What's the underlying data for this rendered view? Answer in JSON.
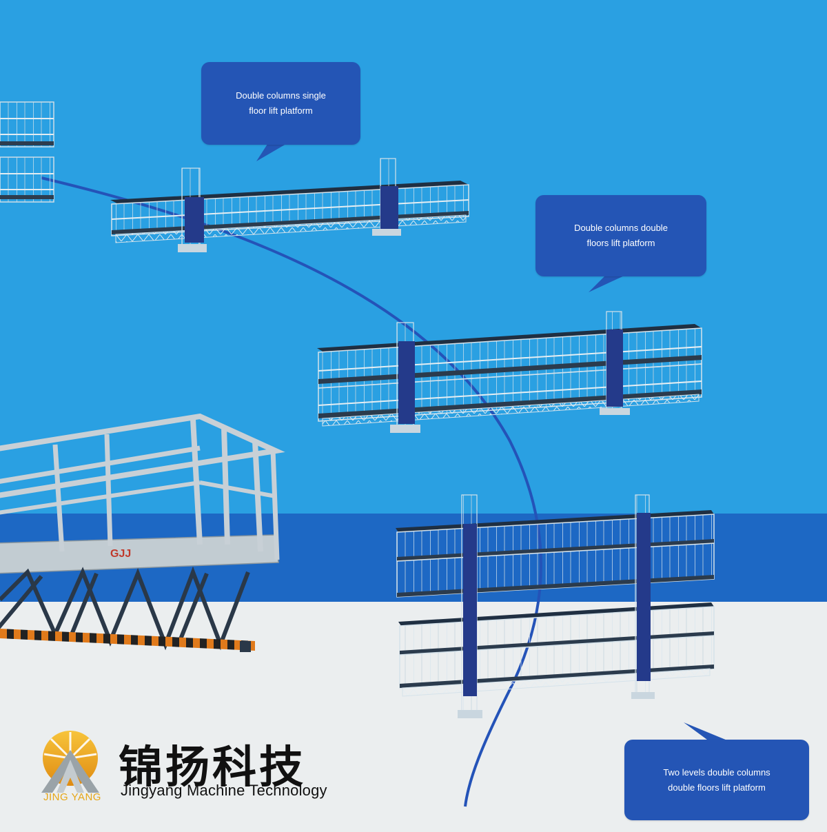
{
  "callouts": {
    "single_floor": [
      "Double columns single",
      "floor lift platform"
    ],
    "double_floors": [
      "Double columns double",
      "floors lift platform"
    ],
    "two_levels": [
      "Two levels double columns",
      "double floors lift platform"
    ]
  },
  "brand": {
    "chinese_name": "锦扬科技",
    "english_name": "Jingyang Machine Technology",
    "logo_caption": "JING YANG",
    "logo_mark_text": "GJJ"
  },
  "colors": {
    "sky": "#2aa0e2",
    "band": "#1d68c4",
    "floor": "#ebeeef",
    "callout": "#2455b5",
    "logo_gold": "#e6a617"
  }
}
